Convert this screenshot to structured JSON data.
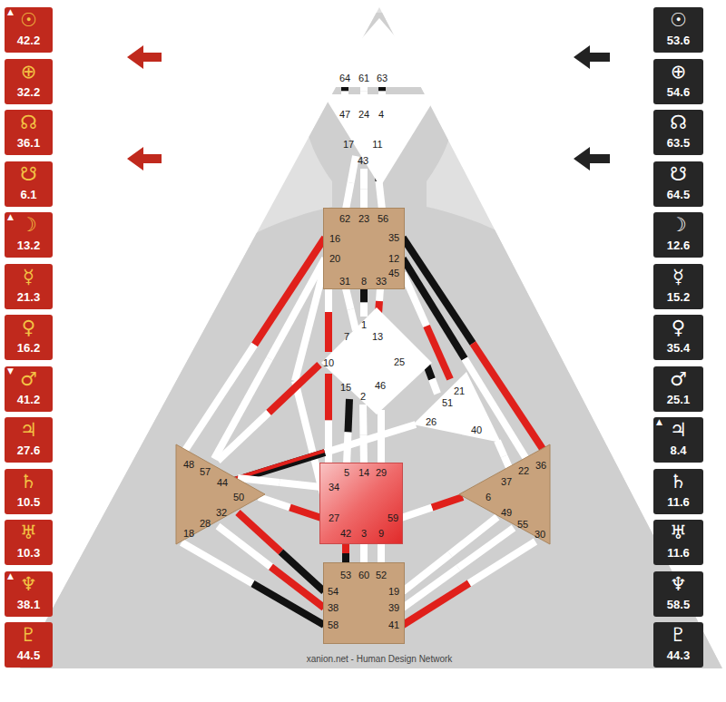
{
  "diagram": {
    "nodes": [
      {
        "text": [
          "64",
          "61",
          "63"
        ]
      },
      {
        "text": [
          "47",
          "24",
          "4",
          "17",
          "11",
          "43"
        ]
      },
      {
        "text": [
          "62",
          "23",
          "56",
          "16",
          "35",
          "20",
          "12",
          "45",
          "31",
          "8",
          "33"
        ]
      },
      {
        "text": [
          "1",
          "7",
          "13",
          "10",
          "25",
          "15",
          "2",
          "46"
        ]
      },
      {
        "text": [
          "21",
          "51",
          "26",
          "40"
        ]
      },
      {
        "text": [
          "48",
          "57",
          "44",
          "50",
          "32",
          "28",
          "18"
        ]
      },
      {
        "text": [
          "5",
          "14",
          "29",
          "34",
          "27",
          "59",
          "42",
          "3",
          "9"
        ]
      },
      {
        "text": [
          "36",
          "22",
          "37",
          "6",
          "49",
          "55",
          "30"
        ]
      },
      {
        "text": [
          "53",
          "60",
          "52",
          "54",
          "19",
          "38",
          "39",
          "58",
          "41"
        ]
      },
      {
        "text": [
          "▲",
          "☉",
          "42.2"
        ]
      },
      {
        "text": [
          "⊕",
          "32.2"
        ]
      },
      {
        "text": [
          "☊",
          "36.1"
        ]
      },
      {
        "text": [
          "☋",
          "6.1"
        ]
      },
      {
        "text": [
          "▲",
          "☽",
          "13.2"
        ]
      },
      {
        "text": [
          "☿",
          "21.3"
        ]
      },
      {
        "text": [
          "♀",
          "16.2"
        ]
      },
      {
        "text": [
          "▼",
          "♂",
          "41.2"
        ]
      },
      {
        "text": [
          "♃",
          "27.6"
        ]
      },
      {
        "text": [
          "♄",
          "10.5"
        ]
      },
      {
        "text": [
          "♅",
          "10.3"
        ]
      },
      {
        "text": [
          "▲",
          "♆",
          "38.1"
        ]
      },
      {
        "text": [
          "♇",
          "44.5"
        ]
      },
      {
        "text": [
          "☉",
          "53.6"
        ]
      },
      {
        "text": [
          "⊕",
          "54.6"
        ]
      },
      {
        "text": [
          "☊",
          "63.5"
        ]
      },
      {
        "text": [
          "☋",
          "64.5"
        ]
      },
      {
        "text": [
          "☽",
          "12.6"
        ]
      },
      {
        "text": [
          "☿",
          "15.2"
        ]
      },
      {
        "text": [
          "♀",
          "35.4"
        ]
      },
      {
        "text": [
          "♂",
          "25.1"
        ]
      },
      {
        "text": [
          "▲",
          "♃",
          "8.4"
        ]
      },
      {
        "text": [
          "♄",
          "11.6"
        ]
      },
      {
        "text": [
          "♅",
          "11.6"
        ]
      },
      {
        "text": [
          "♆",
          "58.5"
        ]
      },
      {
        "text": [
          "♇",
          "44.3"
        ]
      }
    ],
    "edges": [
      {
        "from": 0,
        "to": 1,
        "arrow": "none"
      },
      {
        "from": 0,
        "to": 1,
        "arrow": "none"
      },
      {
        "from": 0,
        "to": 1,
        "arrow": "none"
      },
      {
        "from": 1,
        "to": 2,
        "arrow": "none"
      },
      {
        "from": 1,
        "to": 2,
        "arrow": "none"
      },
      {
        "from": 1,
        "to": 2,
        "arrow": "none"
      },
      {
        "from": 2,
        "to": 5,
        "arrow": "none"
      },
      {
        "from": 2,
        "to": 5,
        "arrow": "none"
      },
      {
        "from": 2,
        "to": 6,
        "arrow": "none"
      },
      {
        "from": 2,
        "to": 3,
        "arrow": "none"
      },
      {
        "from": 2,
        "to": 3,
        "arrow": "none"
      },
      {
        "from": 2,
        "to": 3,
        "arrow": "none"
      },
      {
        "from": 2,
        "to": 3,
        "arrow": "none"
      },
      {
        "from": 2,
        "to": 7,
        "arrow": "none"
      },
      {
        "from": 2,
        "to": 7,
        "arrow": "none"
      },
      {
        "from": 2,
        "to": 4,
        "arrow": "none"
      },
      {
        "from": 3,
        "to": 5,
        "arrow": "none"
      },
      {
        "from": 3,
        "to": 6,
        "arrow": "none"
      },
      {
        "from": 3,
        "to": 4,
        "arrow": "none"
      },
      {
        "from": 3,
        "to": 6,
        "arrow": "none"
      },
      {
        "from": 3,
        "to": 6,
        "arrow": "none"
      },
      {
        "from": 3,
        "to": 6,
        "arrow": "none"
      },
      {
        "from": 4,
        "to": 5,
        "arrow": "none"
      },
      {
        "from": 4,
        "to": 7,
        "arrow": "none"
      },
      {
        "from": 7,
        "to": 6,
        "arrow": "none"
      },
      {
        "from": 5,
        "to": 6,
        "arrow": "none"
      },
      {
        "from": 5,
        "to": 8,
        "arrow": "none"
      },
      {
        "from": 5,
        "to": 8,
        "arrow": "none"
      },
      {
        "from": 5,
        "to": 8,
        "arrow": "none"
      },
      {
        "from": 5,
        "to": 6,
        "arrow": "none"
      },
      {
        "from": 6,
        "to": 8,
        "arrow": "none"
      },
      {
        "from": 6,
        "to": 8,
        "arrow": "none"
      },
      {
        "from": 6,
        "to": 8,
        "arrow": "none"
      },
      {
        "from": 8,
        "to": 7,
        "arrow": "none"
      },
      {
        "from": 8,
        "to": 7,
        "arrow": "none"
      },
      {
        "from": 8,
        "to": 7,
        "arrow": "none"
      }
    ],
    "labels": [
      "xanion.net - Human Design Network"
    ]
  }
}
